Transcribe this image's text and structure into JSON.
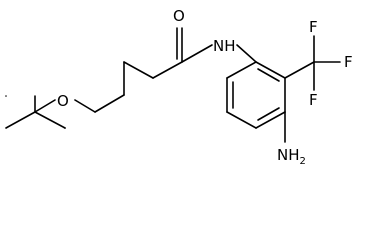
{
  "atoms": {
    "oxygen_carbonyl": "O",
    "nitrogen_amide": "NH",
    "oxygen_ether": "O",
    "fluorine_1": "F",
    "fluorine_2": "F",
    "fluorine_3": "F",
    "amine": {
      "element": "NH",
      "subscript": "2"
    }
  }
}
